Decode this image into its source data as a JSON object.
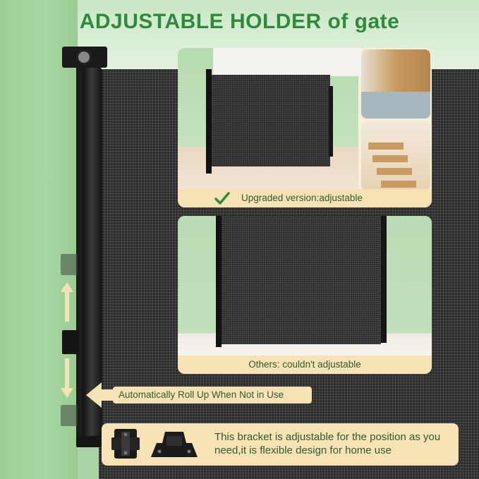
{
  "title": "ADJUSTABLE HOLDER of gate",
  "panels": {
    "upgraded": {
      "label": "Upgraded version:adjustable",
      "icon": "check-icon"
    },
    "others": {
      "label": "Others: couldn't adjustable"
    }
  },
  "callouts": {
    "roll_up": "Automatically Roll Up When Not in Use",
    "bracket_description": "This bracket is adjustable for the position as you need,it is flexible design for home use"
  },
  "colors": {
    "title_green": "#2e8b3b",
    "label_bg": "#f7e2b5",
    "mesh": "#2b2b2b",
    "wall_green": "#a8d8a1"
  }
}
